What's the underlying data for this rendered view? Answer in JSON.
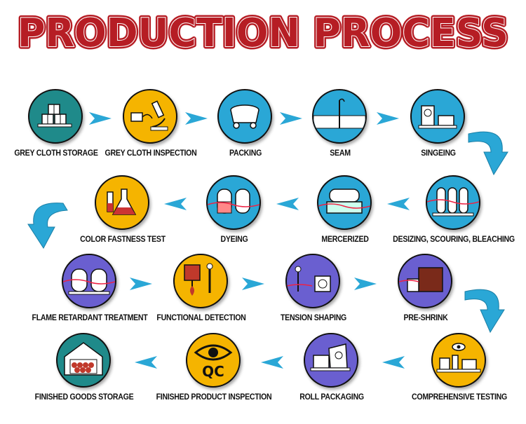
{
  "title": "PRODUCTION PROCESS",
  "colors": {
    "title_fill": "#b61d24",
    "teal": "#1f8a8a",
    "yellow": "#f5b400",
    "sky": "#2aa7d6",
    "purple": "#6a5fd0",
    "arrow": "#2aa7d6"
  },
  "steps": [
    {
      "label": "GREY CLOTH STORAGE",
      "color": "teal",
      "icon": "fabric-bales-icon"
    },
    {
      "label": "GREY CLOTH INSPECTION",
      "color": "yellow",
      "icon": "microscope-icon"
    },
    {
      "label": "PACKING",
      "color": "sky",
      "icon": "cart-icon"
    },
    {
      "label": "SEAM",
      "color": "sky",
      "icon": "needle-icon"
    },
    {
      "label": "SINGEING",
      "color": "sky",
      "icon": "singeing-machine-icon"
    },
    {
      "label": "DESIZING, SCOURING, BLEACHING",
      "color": "sky",
      "icon": "tanks-icon"
    },
    {
      "label": "MERCERIZED",
      "color": "sky",
      "icon": "mercerizing-machine-icon"
    },
    {
      "label": "DYEING",
      "color": "sky",
      "icon": "dyeing-machine-icon"
    },
    {
      "label": "COLOR FASTNESS TEST",
      "color": "yellow",
      "icon": "lab-flasks-icon"
    },
    {
      "label": "FLAME RETARDANT TREATMENT",
      "color": "purple",
      "icon": "treatment-tanks-icon"
    },
    {
      "label": "FUNCTIONAL DETECTION",
      "color": "yellow",
      "icon": "fire-test-icon"
    },
    {
      "label": "TENSION SHAPING",
      "color": "purple",
      "icon": "tension-frame-icon"
    },
    {
      "label": "PRE-SHRINK",
      "color": "purple",
      "icon": "shrink-machine-icon"
    },
    {
      "label": "COMPREHENSIVE TESTING",
      "color": "yellow",
      "icon": "testing-tools-icon"
    },
    {
      "label": "ROLL PACKAGING",
      "color": "purple",
      "icon": "roll-packaging-icon"
    },
    {
      "label": "FINISHED PRODUCT INSPECTION",
      "color": "yellow",
      "icon": "qc-eye-icon"
    },
    {
      "label": "FINISHED GOODS STORAGE",
      "color": "teal",
      "icon": "warehouse-icon"
    }
  ]
}
